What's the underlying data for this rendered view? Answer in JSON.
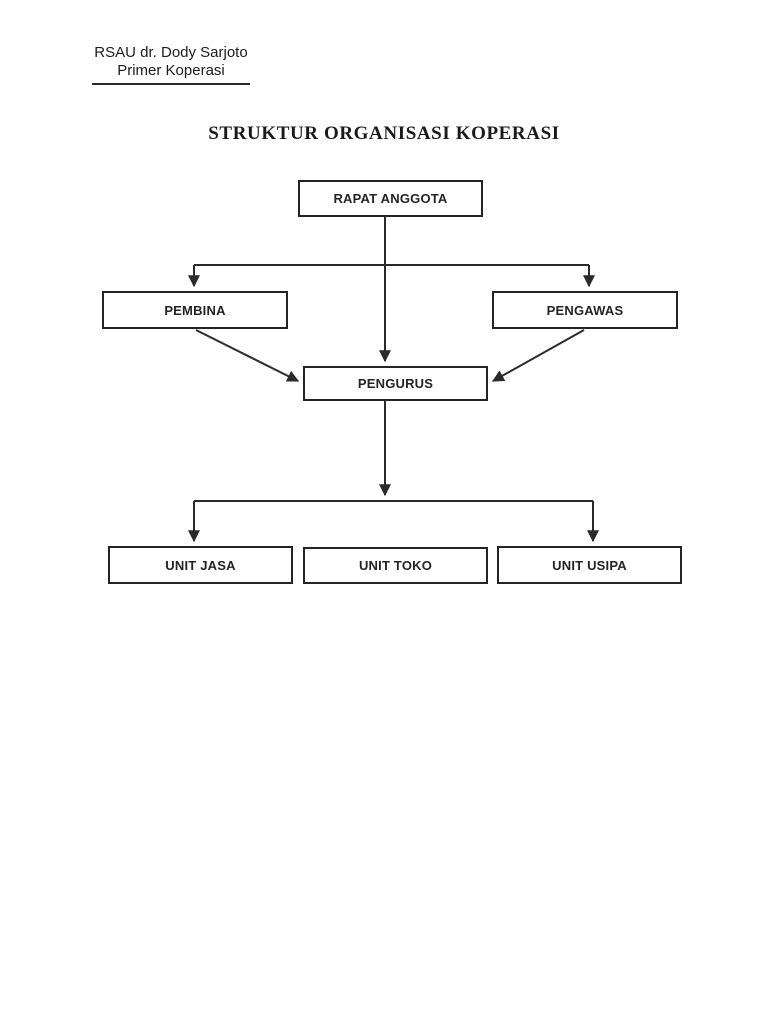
{
  "letterhead": {
    "line1": "RSAU dr. Dody Sarjoto",
    "line2": "Primer Koperasi"
  },
  "title": "STRUKTUR ORGANISASI KOPERASI",
  "nodes": {
    "rapat_anggota": {
      "label": "RAPAT ANGGOTA"
    },
    "pembina": {
      "label": "PEMBINA"
    },
    "pengawas": {
      "label": "PENGAWAS"
    },
    "pengurus": {
      "label": "PENGURUS"
    },
    "unit_jasa": {
      "label": "UNIT JASA"
    },
    "unit_toko": {
      "label": "UNIT TOKO"
    },
    "unit_usipa": {
      "label": "UNIT USIPA"
    }
  },
  "edges": [
    {
      "from": "rapat_anggota",
      "to": "pembina"
    },
    {
      "from": "rapat_anggota",
      "to": "pengawas"
    },
    {
      "from": "rapat_anggota",
      "to": "pengurus"
    },
    {
      "from": "pembina",
      "to": "pengurus"
    },
    {
      "from": "pengawas",
      "to": "pengurus"
    },
    {
      "from": "pengurus",
      "to": "unit_jasa"
    },
    {
      "from": "pengurus",
      "to": "unit_toko"
    },
    {
      "from": "pengurus",
      "to": "unit_usipa"
    }
  ],
  "colors": {
    "line": "#2a2a2a",
    "text": "#1c1c1c",
    "background": "#ffffff"
  }
}
